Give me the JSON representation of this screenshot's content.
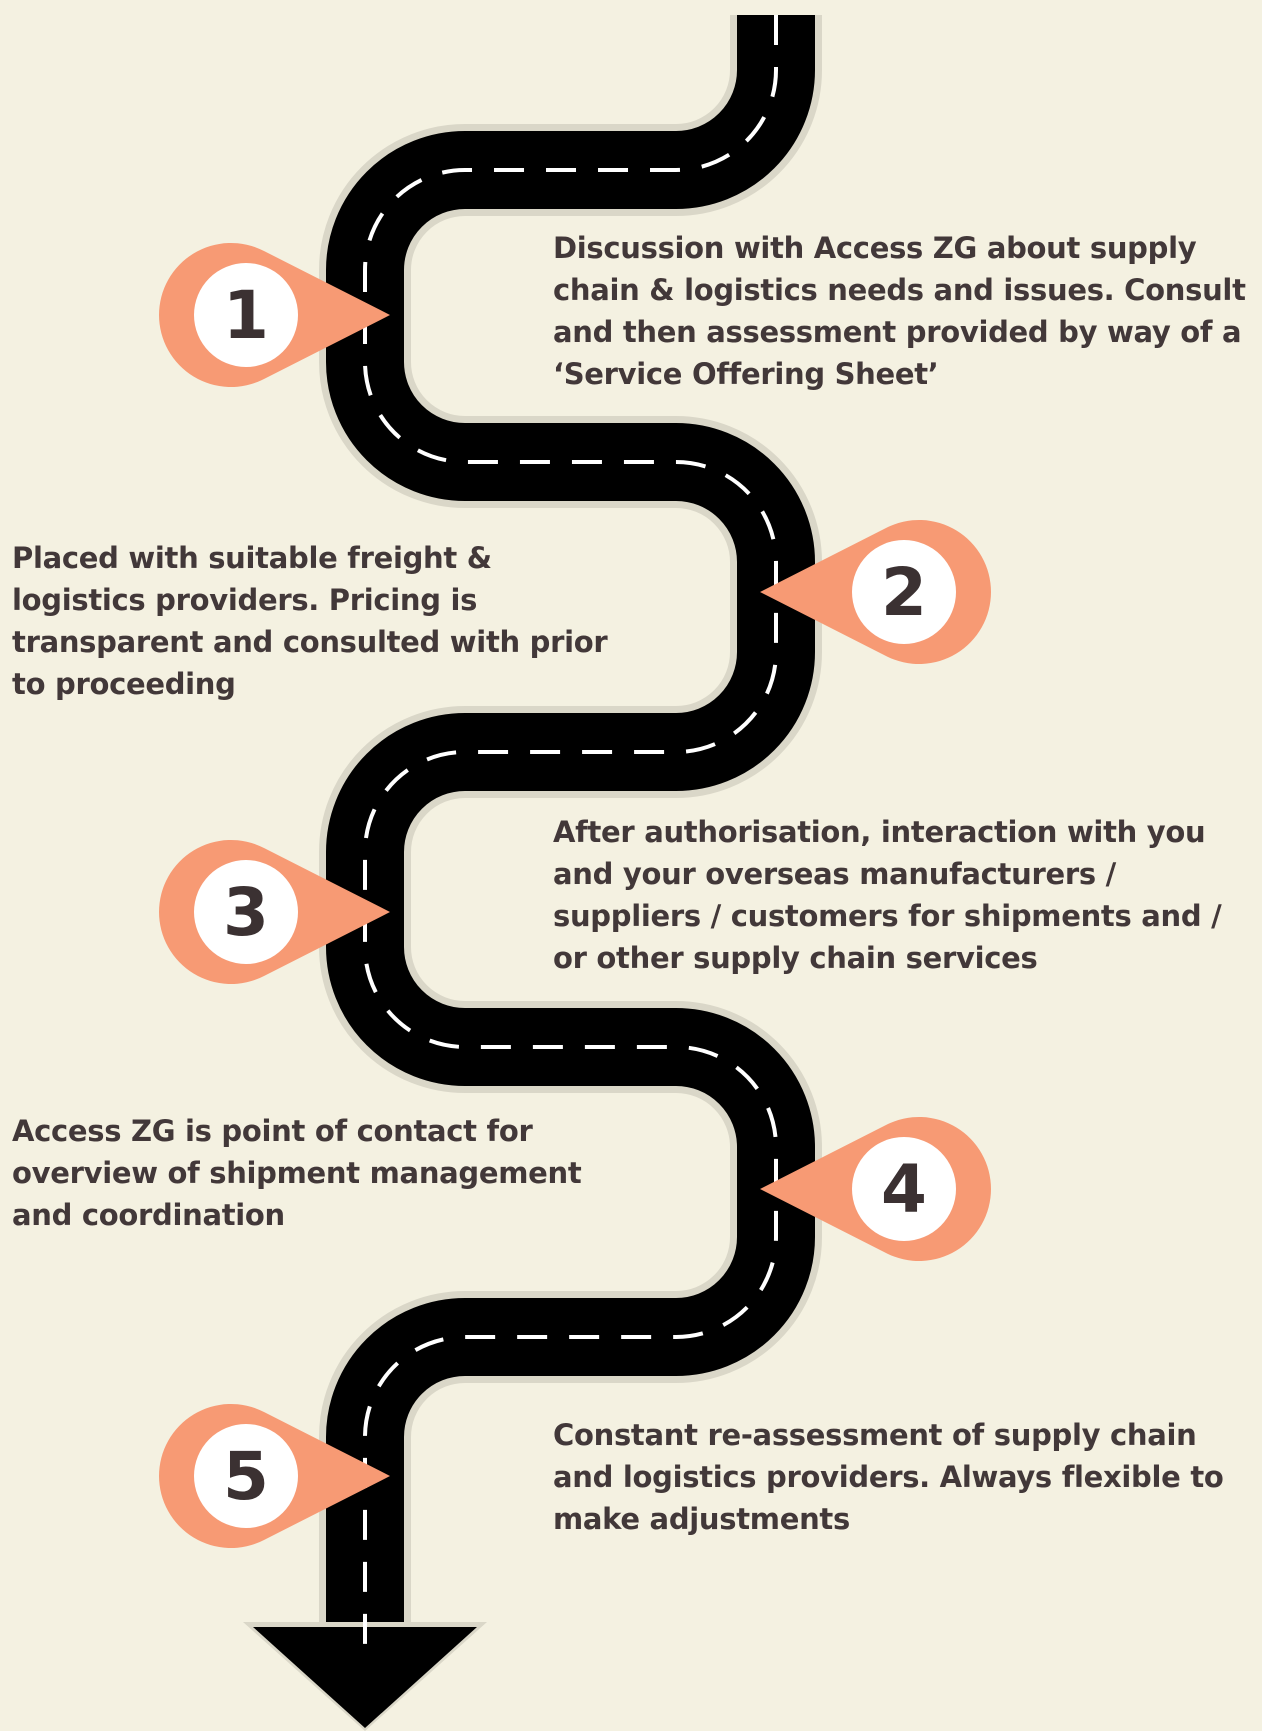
{
  "colors": {
    "background": "#f4f1e1",
    "road": "#000000",
    "road_outline": "#d9d6c8",
    "lane_marking": "#ffffff",
    "badge": "#f79a74",
    "badge_inner": "#ffffff",
    "number": "#3b3132",
    "text": "#423839"
  },
  "steps": [
    {
      "number": "1",
      "text": "Discussion with Access ZG about supply chain & logistics needs and issues. Consult and then assessment provided by way of a ‘Service Offering Sheet’"
    },
    {
      "number": "2",
      "text": "Placed with suitable freight & logistics providers. Pricing is transparent and consulted with prior to proceeding"
    },
    {
      "number": "3",
      "text": "After authorisation, interaction with you and your overseas manufacturers / suppliers / customers for shipments and / or other supply chain services"
    },
    {
      "number": "4",
      "text": "Access ZG is point of contact for overview of shipment management and coordination"
    },
    {
      "number": "5",
      "text": "Constant re-assessment of supply chain and logistics providers. Always flexible to make adjustments"
    }
  ]
}
